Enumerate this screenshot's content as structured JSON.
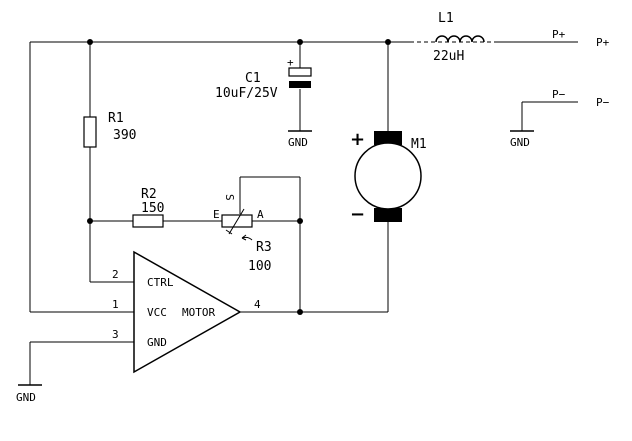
{
  "components": {
    "l1": {
      "ref": "L1",
      "value": "22uH"
    },
    "c1": {
      "ref": "C1",
      "value": "10uF/25V",
      "plus": "+"
    },
    "r1": {
      "ref": "R1",
      "value": "390"
    },
    "r2": {
      "ref": "R2",
      "value": "150"
    },
    "r3": {
      "ref": "R3",
      "value": "100",
      "pin_e": "E",
      "pin_s": "S",
      "pin_a": "A"
    },
    "m1": {
      "ref": "M1",
      "plus": "+",
      "minus": "−"
    },
    "u1": {
      "pins": [
        {
          "number": "2",
          "name": "CTRL"
        },
        {
          "number": "1",
          "name": "VCC"
        },
        {
          "number": "3",
          "name": "GND"
        },
        {
          "number": "4",
          "name": "MOTOR"
        }
      ]
    }
  },
  "nets": {
    "p_plus_label": "P+",
    "p_plus_terminal": "P+",
    "p_minus_label": "P−",
    "p_minus_terminal": "P−",
    "gnd_c1": "GND",
    "gnd_p_minus": "GND",
    "gnd_u1": "GND"
  }
}
